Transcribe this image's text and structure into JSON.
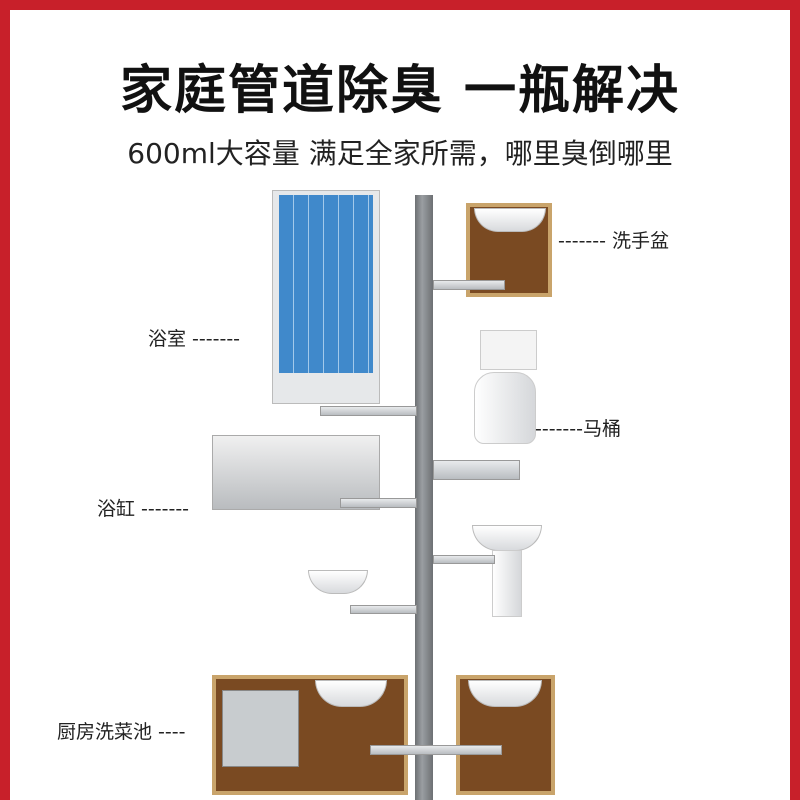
{
  "header": {
    "title": "家庭管道除臭  一瓶解决",
    "subtitle": "600ml大容量  满足全家所需，哪里臭倒哪里"
  },
  "labels": {
    "washbasin": "------- 洗手盆",
    "bathroom": "浴室 -------",
    "toilet": "-------马桶",
    "bathtub": "浴缸 -------",
    "kitchen_sink": "厨房洗菜池 ----"
  },
  "colors": {
    "border": "#c8202a",
    "pipe": "#808488",
    "tile": "#2f7fc8",
    "cabinet": "#7a4a22"
  }
}
